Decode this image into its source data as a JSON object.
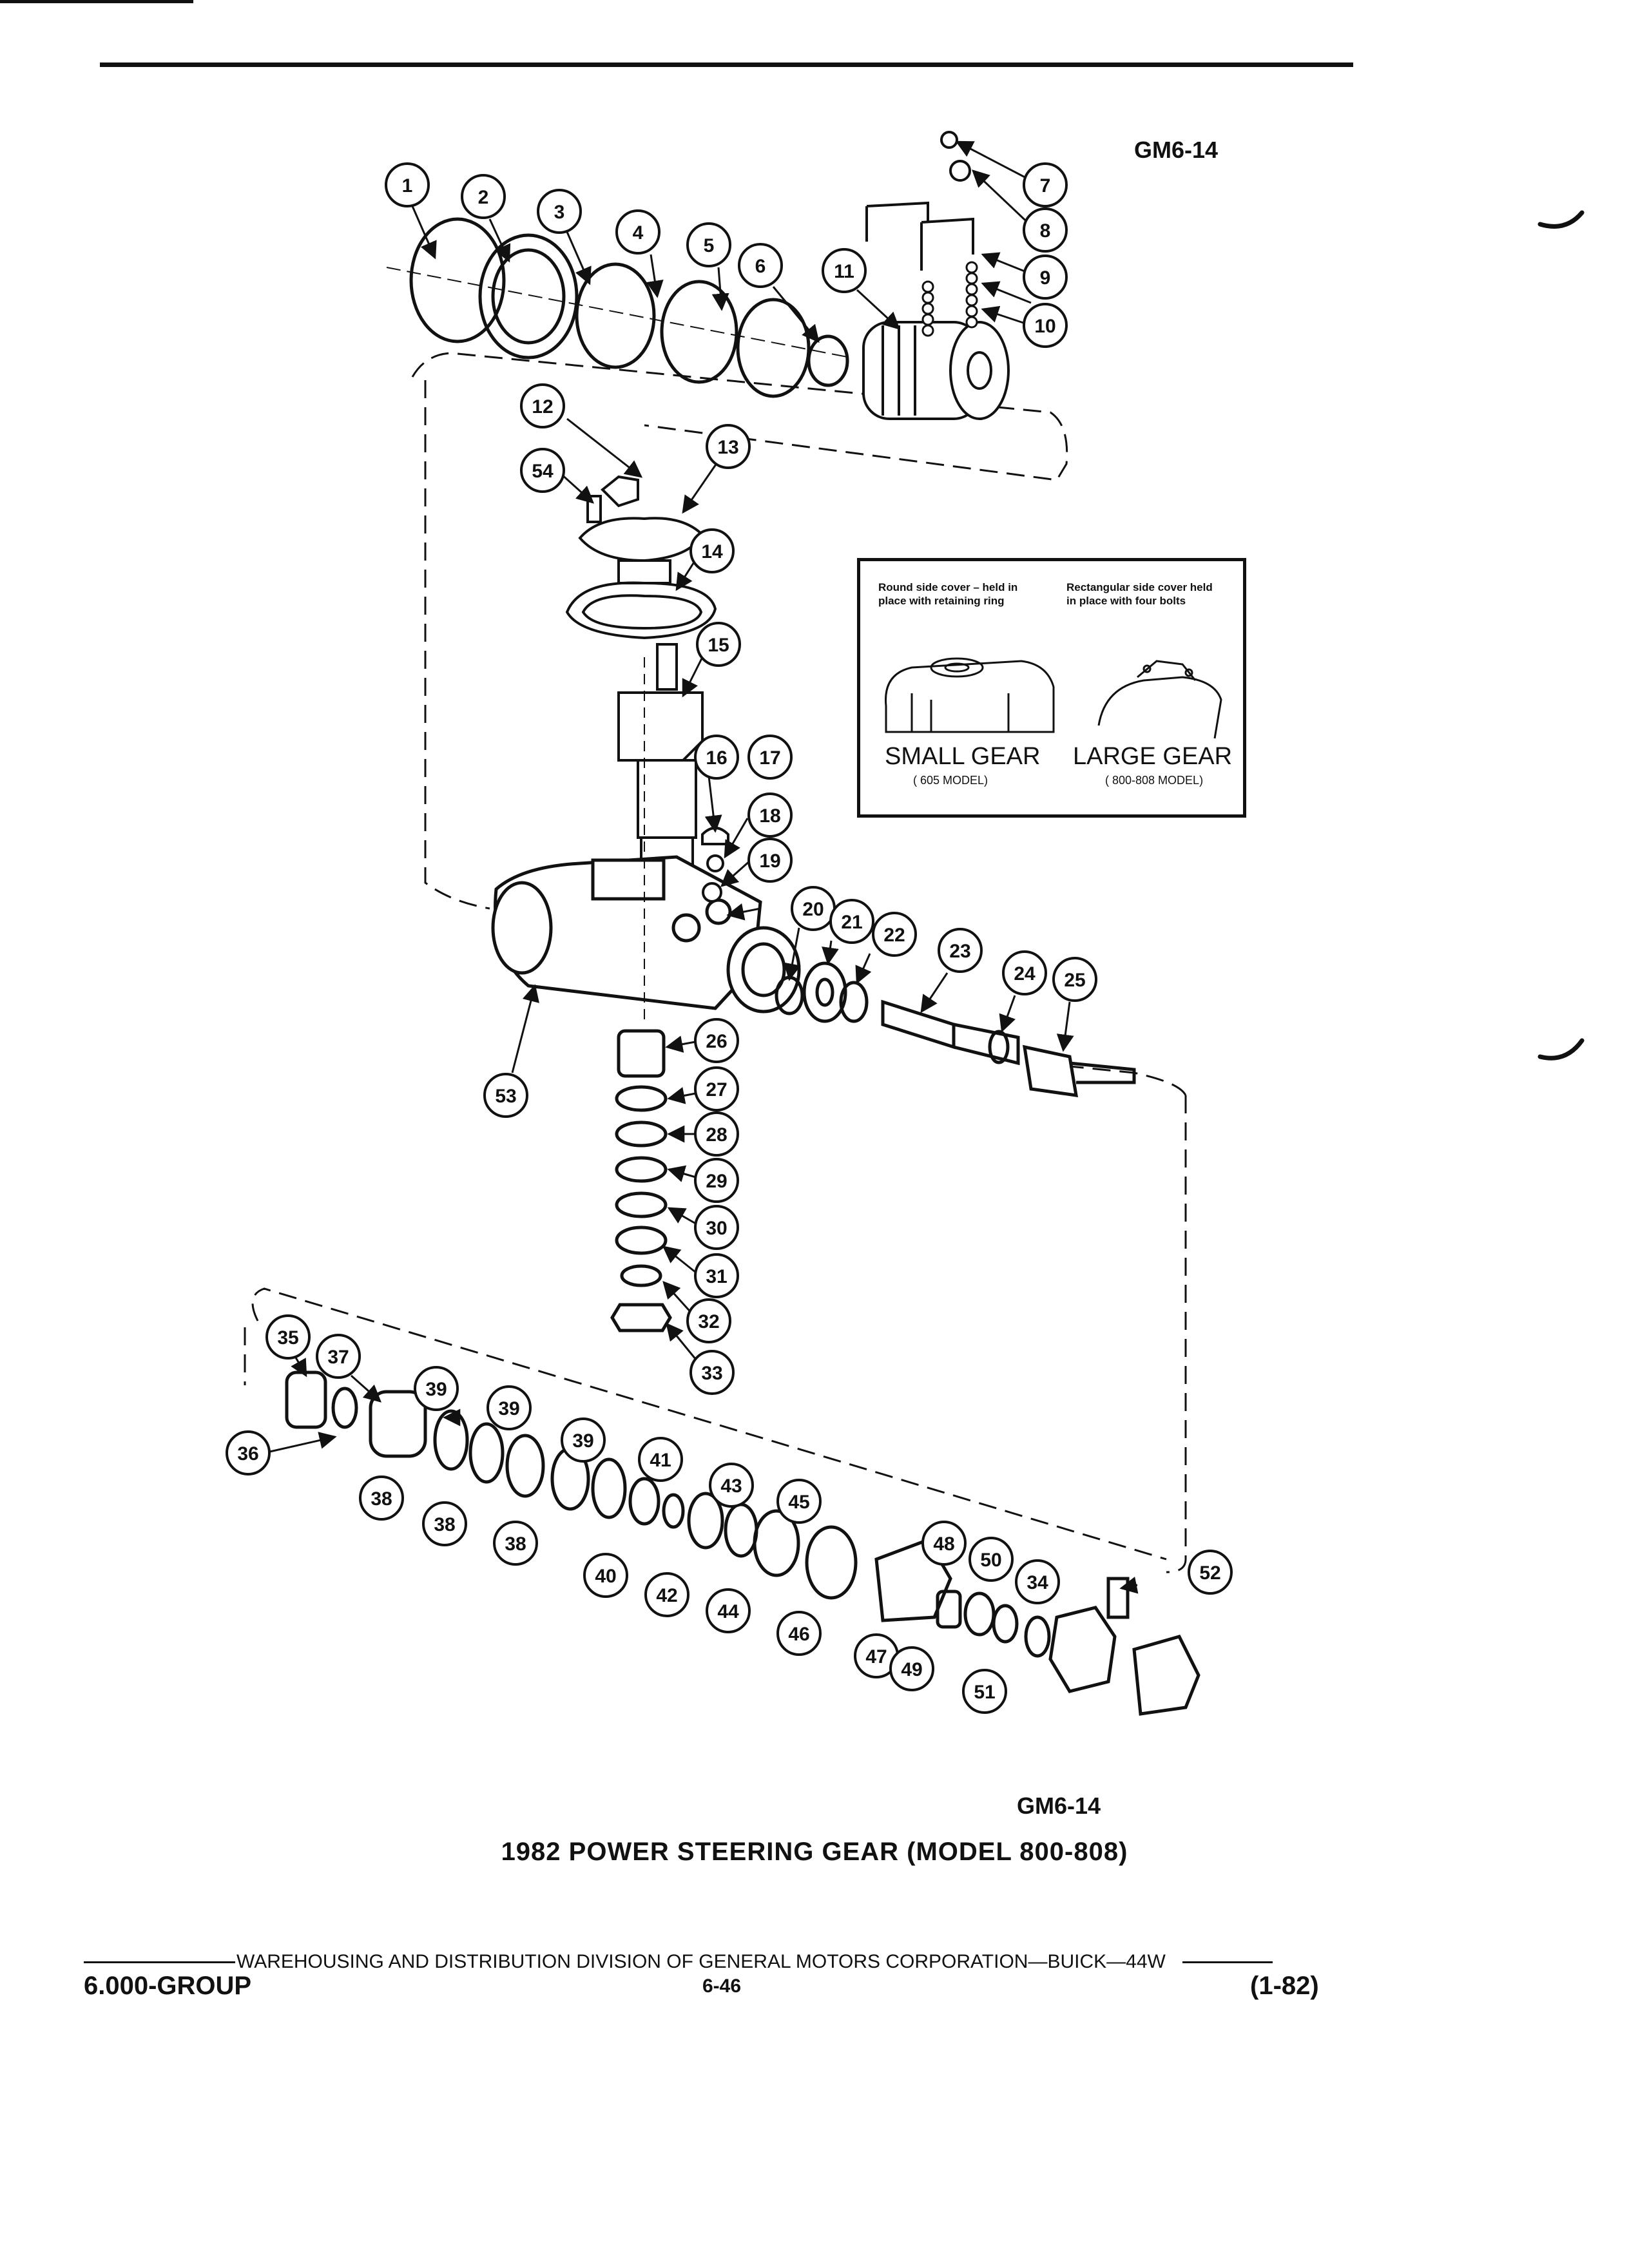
{
  "figure_code_top": "GM6-14",
  "figure_code_bottom": "GM6-14",
  "caption": "1982 POWER STEERING GEAR (MODEL 800-808)",
  "inset": {
    "left_note": "Round side cover – held in place with retaining ring",
    "right_note": "Rectangular side cover held in place with four bolts",
    "left_title": "SMALL GEAR",
    "left_model": "( 605 MODEL)",
    "right_title": "LARGE GEAR",
    "right_model": "( 800-808 MODEL)"
  },
  "callouts": [
    "1",
    "2",
    "3",
    "4",
    "5",
    "6",
    "7",
    "8",
    "9",
    "10",
    "11",
    "12",
    "13",
    "14",
    "15",
    "16",
    "17",
    "18",
    "19",
    "20",
    "21",
    "22",
    "23",
    "24",
    "25",
    "26",
    "27",
    "28",
    "29",
    "30",
    "31",
    "32",
    "33",
    "34",
    "35",
    "36",
    "37",
    "38",
    "38",
    "38",
    "39",
    "39",
    "39",
    "40",
    "41",
    "42",
    "43",
    "44",
    "45",
    "46",
    "47",
    "48",
    "49",
    "50",
    "51",
    "52",
    "53",
    "54"
  ],
  "footer": {
    "division_line": "WAREHOUSING AND DISTRIBUTION  DIVISION OF GENERAL MOTORS CORPORATION—BUICK—44W",
    "group": "6.000-GROUP",
    "page": "6-46",
    "revision": "(1-82)"
  }
}
